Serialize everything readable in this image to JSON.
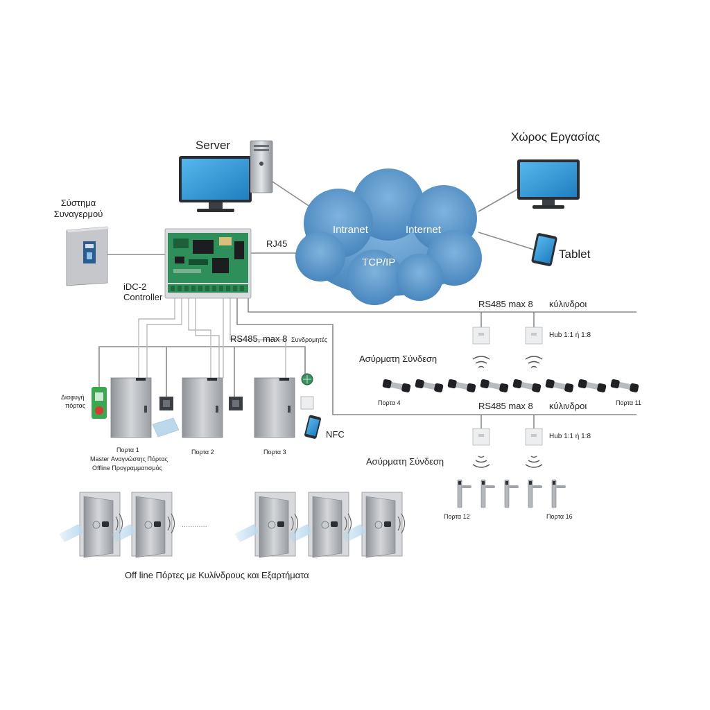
{
  "labels": {
    "server": "Server",
    "workspace": "Χώρος Εργασίας",
    "alarm_line1": "Σύστημα",
    "alarm_line2": "Συναγερμού",
    "rj45": "RJ45",
    "controller_line1": "iDC-2",
    "controller_line2": "Controller",
    "tablet": "Tablet",
    "cloud_intranet": "Intranet",
    "cloud_internet": "Internet",
    "cloud_tcpip": "TCP/IP",
    "rs485_cylinders_top": "RS485  max  8",
    "cylinders_word": "κύλινδροι",
    "rs485_subscribers": "RS485,  max  8",
    "subscribers_word": "Συνδρομητές",
    "hub_top": "Hub 1:1   ή   1:8",
    "hub_bottom": "Hub 1:1   ή   1:8",
    "wireless_top": "Ασύρματη Σύνδεση",
    "wireless_bottom": "Ασύρματη Σύνδεση",
    "exit_button_line1": "Διαφυγή",
    "exit_button_line2": "πόρτας",
    "door1": "Πορτα 1",
    "door1_sub1": "Master Αναγνώστης Πόρτας",
    "door1_sub2": "Offline Προγραμματισμός",
    "door2": "Πορτα 2",
    "door3": "Πορτα 3",
    "nfc": "NFC",
    "door4": "Πορτα 4",
    "door11": "Πορτα 11",
    "door12": "Πορτα 12",
    "door16": "Πορτα 16",
    "offline_caption": "Off line Πόρτες με Κυλίνδρους και Εξαρτήματα",
    "ellipsis": "............"
  },
  "colors": {
    "cloud": "#5b95c9",
    "screen": "#3aa0dc",
    "board": "#2e8b57",
    "door": "#b9bcc0",
    "wire": "#8a8a8a"
  },
  "icons": [
    "monitor-icon",
    "server-tower-icon",
    "cloud-icon",
    "tablet-icon",
    "controller-board-icon",
    "alarm-panel-icon",
    "door-icon",
    "card-reader-icon",
    "hub-icon",
    "wireless-signal-icon",
    "cylinder-lock-icon",
    "door-handle-icon",
    "exit-button-icon",
    "rfid-card-icon",
    "smartphone-icon"
  ]
}
